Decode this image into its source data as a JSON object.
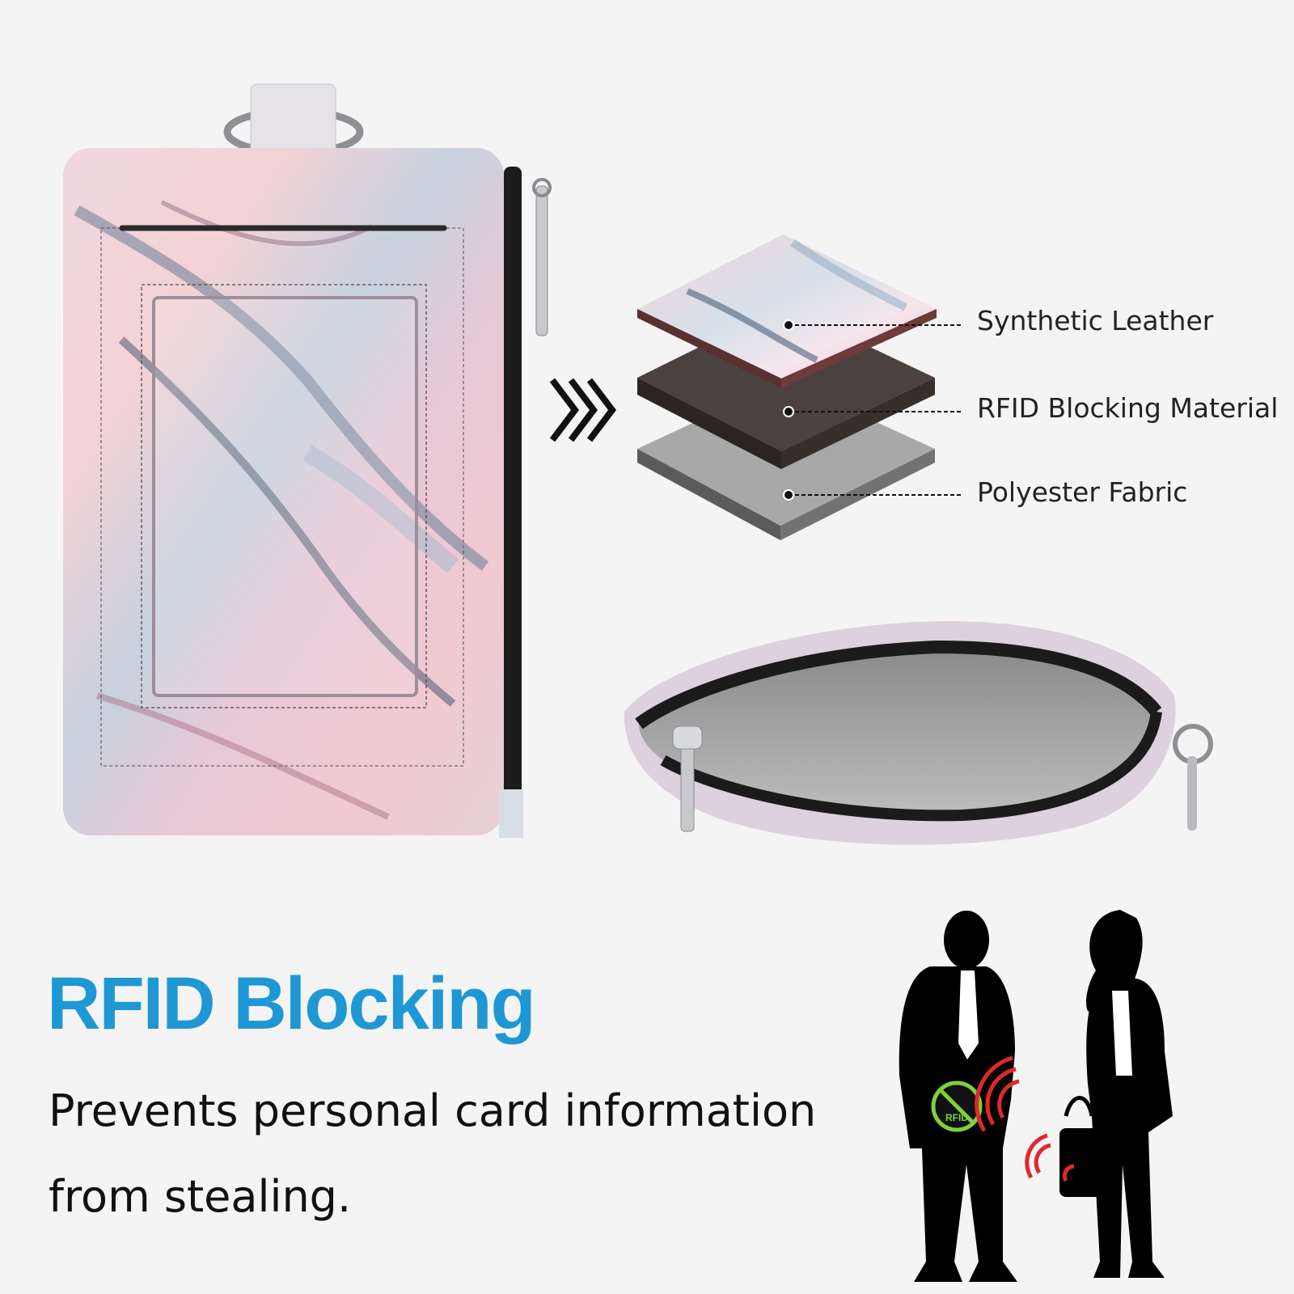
{
  "headline": "RFID Blocking",
  "subtitle_line1": "Prevents personal card information",
  "subtitle_line2": "from stealing.",
  "layers": [
    {
      "label": "Synthetic Leather"
    },
    {
      "label": "RFID Blocking Material"
    },
    {
      "label": "Polyester Fabric"
    }
  ],
  "badge_text": "RFID",
  "colors": {
    "accent": "#1e98d4",
    "background": "#f4f4f4",
    "marble_pink": "#e9c6d3",
    "marble_blue": "#5b6f86",
    "rfid_layer": "#4a413f",
    "fabric_layer": "#8c8c8c",
    "signal_red": "#e0282d",
    "badge_green": "#7fd13b"
  },
  "icons": [
    "chevron-triple-right-icon",
    "rfid-block-icon",
    "signal-waves-icon"
  ]
}
